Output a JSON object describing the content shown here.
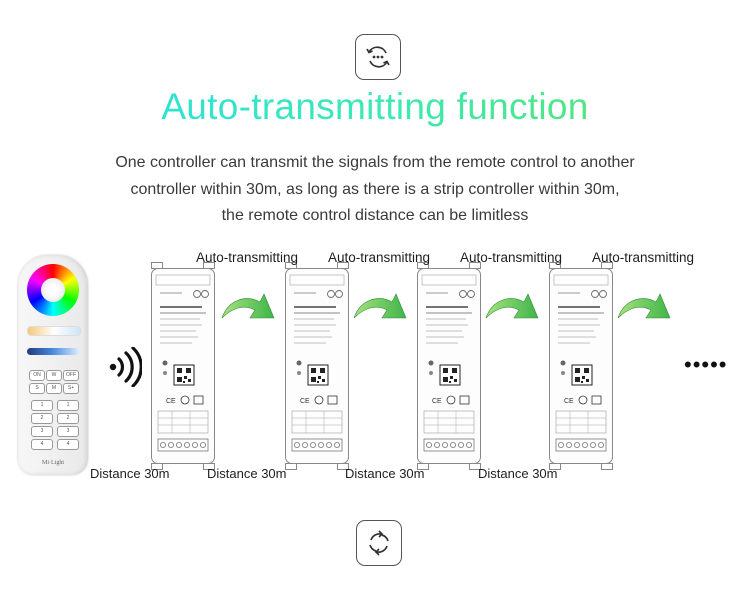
{
  "icons": {
    "top": "refresh-chat-icon",
    "bottom": "sync-arrows-icon"
  },
  "heading": {
    "title": "Auto-transmitting function"
  },
  "description": {
    "line1": "One controller can transmit the signals from the remote control to another",
    "line2": "controller within 30m, as long as there is a strip controller within 30m,",
    "line3": "the remote control distance can be limitless"
  },
  "chain": {
    "auto_labels": [
      "Auto-transmitting",
      "Auto-transmitting",
      "Auto-transmitting",
      "Auto-transmitting"
    ],
    "distance_labels": [
      "Distance 30m",
      "Distance 30m",
      "Distance 30m",
      "Distance 30m"
    ],
    "continuation": "•••••"
  },
  "remote": {
    "brand": "Mi·Light",
    "buttons": [
      "ON",
      "W",
      "OFF",
      "S",
      "M",
      "S+",
      "1",
      "1",
      "2",
      "2",
      "3",
      "3",
      "4",
      "4"
    ]
  },
  "colors": {
    "title_gradient_start": "#27dee6",
    "title_gradient_end": "#5ee45a",
    "arrow_green": "#3fb54a",
    "arrow_green_light": "#a6e27c"
  }
}
